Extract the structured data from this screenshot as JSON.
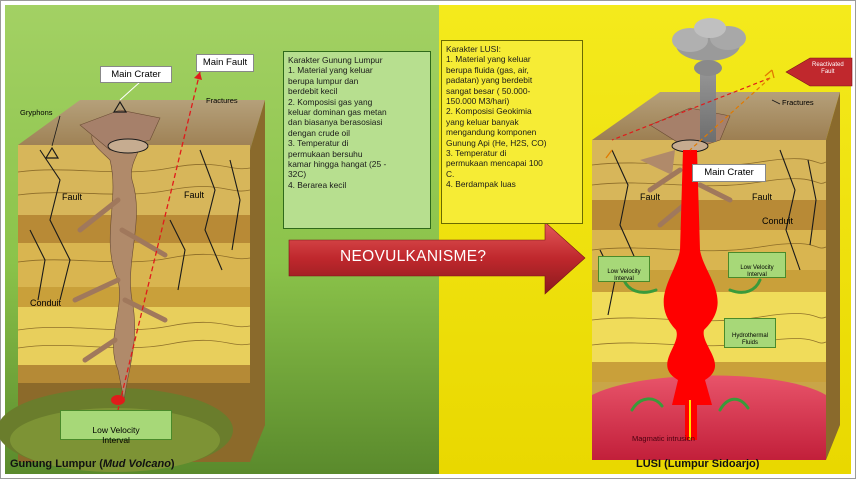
{
  "left": {
    "labels": {
      "main_fault": "Main Fault",
      "main_crater": "Main Crater",
      "gryphons": "Gryphons",
      "fractures": "Fractures",
      "fault_left": "Fault",
      "fault_right": "Fault",
      "conduit": "Conduit",
      "low_velocity": "Low Velocity\nInterval"
    },
    "caption_prefix": "Gunung Lumpur (",
    "caption_italic": "Mud Volcano",
    "caption_suffix": ")"
  },
  "middle": {
    "karakter_gunung_lumpur": "Karakter Gunung Lumpur\n1. Material yang keluar\nberupa lumpur dan\nberdebit kecil\n2. Komposisi gas yang\nkeluar dominan gas metan\ndan biasanya berasosiasi\ndengan crude oil\n3. Temperatur di\npermukaan bersuhu\nkamar hingga hangat (25 -\n32C)\n4. Berarea kecil",
    "karakter_lusi": "Karakter LUSI:\n1. Material yang keluar\nberupa fluida (gas, air,\npadatan) yang berdebit\nsangat besar ( 50.000-\n150.000 M3/hari)\n2. Komposisi Geokimia\nyang keluar banyak\nmengandung komponen\nGunung Api (He, H2S, CO)\n3. Temperatur di\npermukaan mencapai 100\nC.\n4. Berdampak luas",
    "arrow_label": "NEOVULKANISME?"
  },
  "right": {
    "labels": {
      "reactivated_fault": "Reactivated\nFault",
      "fractures": "Fractures",
      "main_crater": "Main Crater",
      "fault_left": "Fault",
      "fault_right": "Fault",
      "conduit": "Conduit",
      "low_velocity_left": "Low Velocity\nInterval",
      "low_velocity_right": "Low Velocity\nInterval",
      "hydrothermal": "Hydrothermal\nFluids",
      "magmatic_intrusion": "Magmatic intrusion"
    },
    "caption": "LUSI (Lumpur Sidoarjo)"
  },
  "colors": {
    "left_bg": "#8cc63f",
    "right_bg": "#f2e600",
    "arrow": "#c0282d",
    "conduit_red": "#ff0000",
    "magma": "#e0304a",
    "label_green": "#a7d878"
  }
}
